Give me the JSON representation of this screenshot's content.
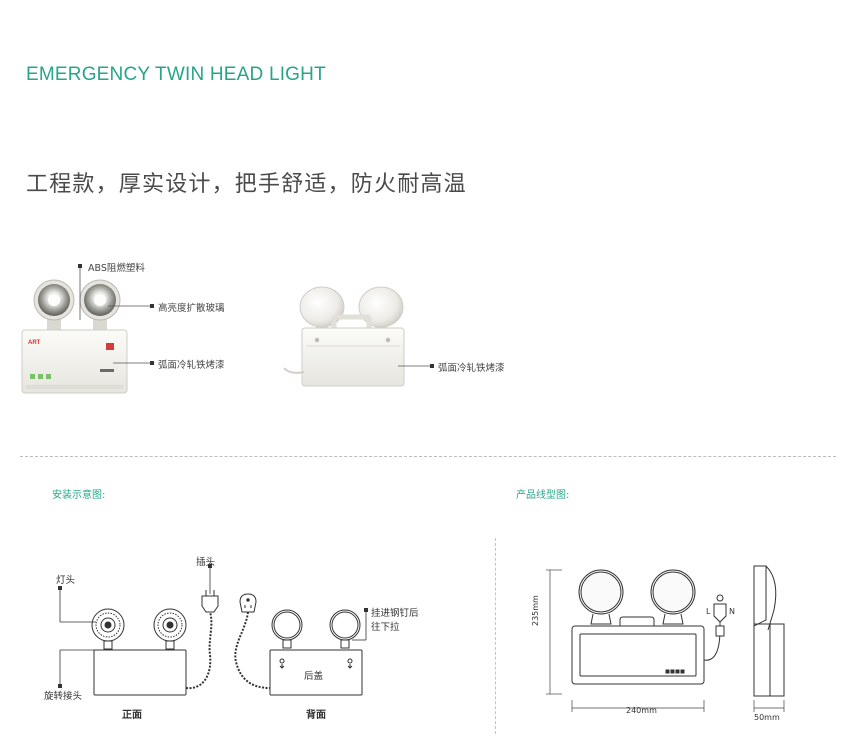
{
  "header": {
    "title_en": "EMERGENCY TWIN HEAD LIGHT",
    "title_cn": "工程款，厚实设计，把手舒适，防火耐高温"
  },
  "product_photos": {
    "front_callouts": {
      "abs": "ABS阻燃塑料",
      "glass": "高亮度扩散玻璃",
      "steel": "弧面冷轧铁烤漆"
    },
    "back_callouts": {
      "steel": "弧面冷轧铁烤漆"
    },
    "brand_mark": "ART"
  },
  "install_section": {
    "label": "安装示意图:",
    "lamp_head": "灯头",
    "plug": "插头",
    "rotate_joint": "旋转接头",
    "hook_note_1": "挂进钢钉后",
    "hook_note_2": "往下拉",
    "back_cover": "后盖",
    "front": "正面",
    "back": "背面"
  },
  "line_section": {
    "label": "产品线型图:",
    "dim_height": "235mm",
    "dim_width": "240mm",
    "dim_depth": "50mm",
    "plug_l": "L",
    "plug_n": "N"
  },
  "colors": {
    "accent": "#27a48a",
    "text": "#4a4a4a",
    "line": "#333333"
  }
}
